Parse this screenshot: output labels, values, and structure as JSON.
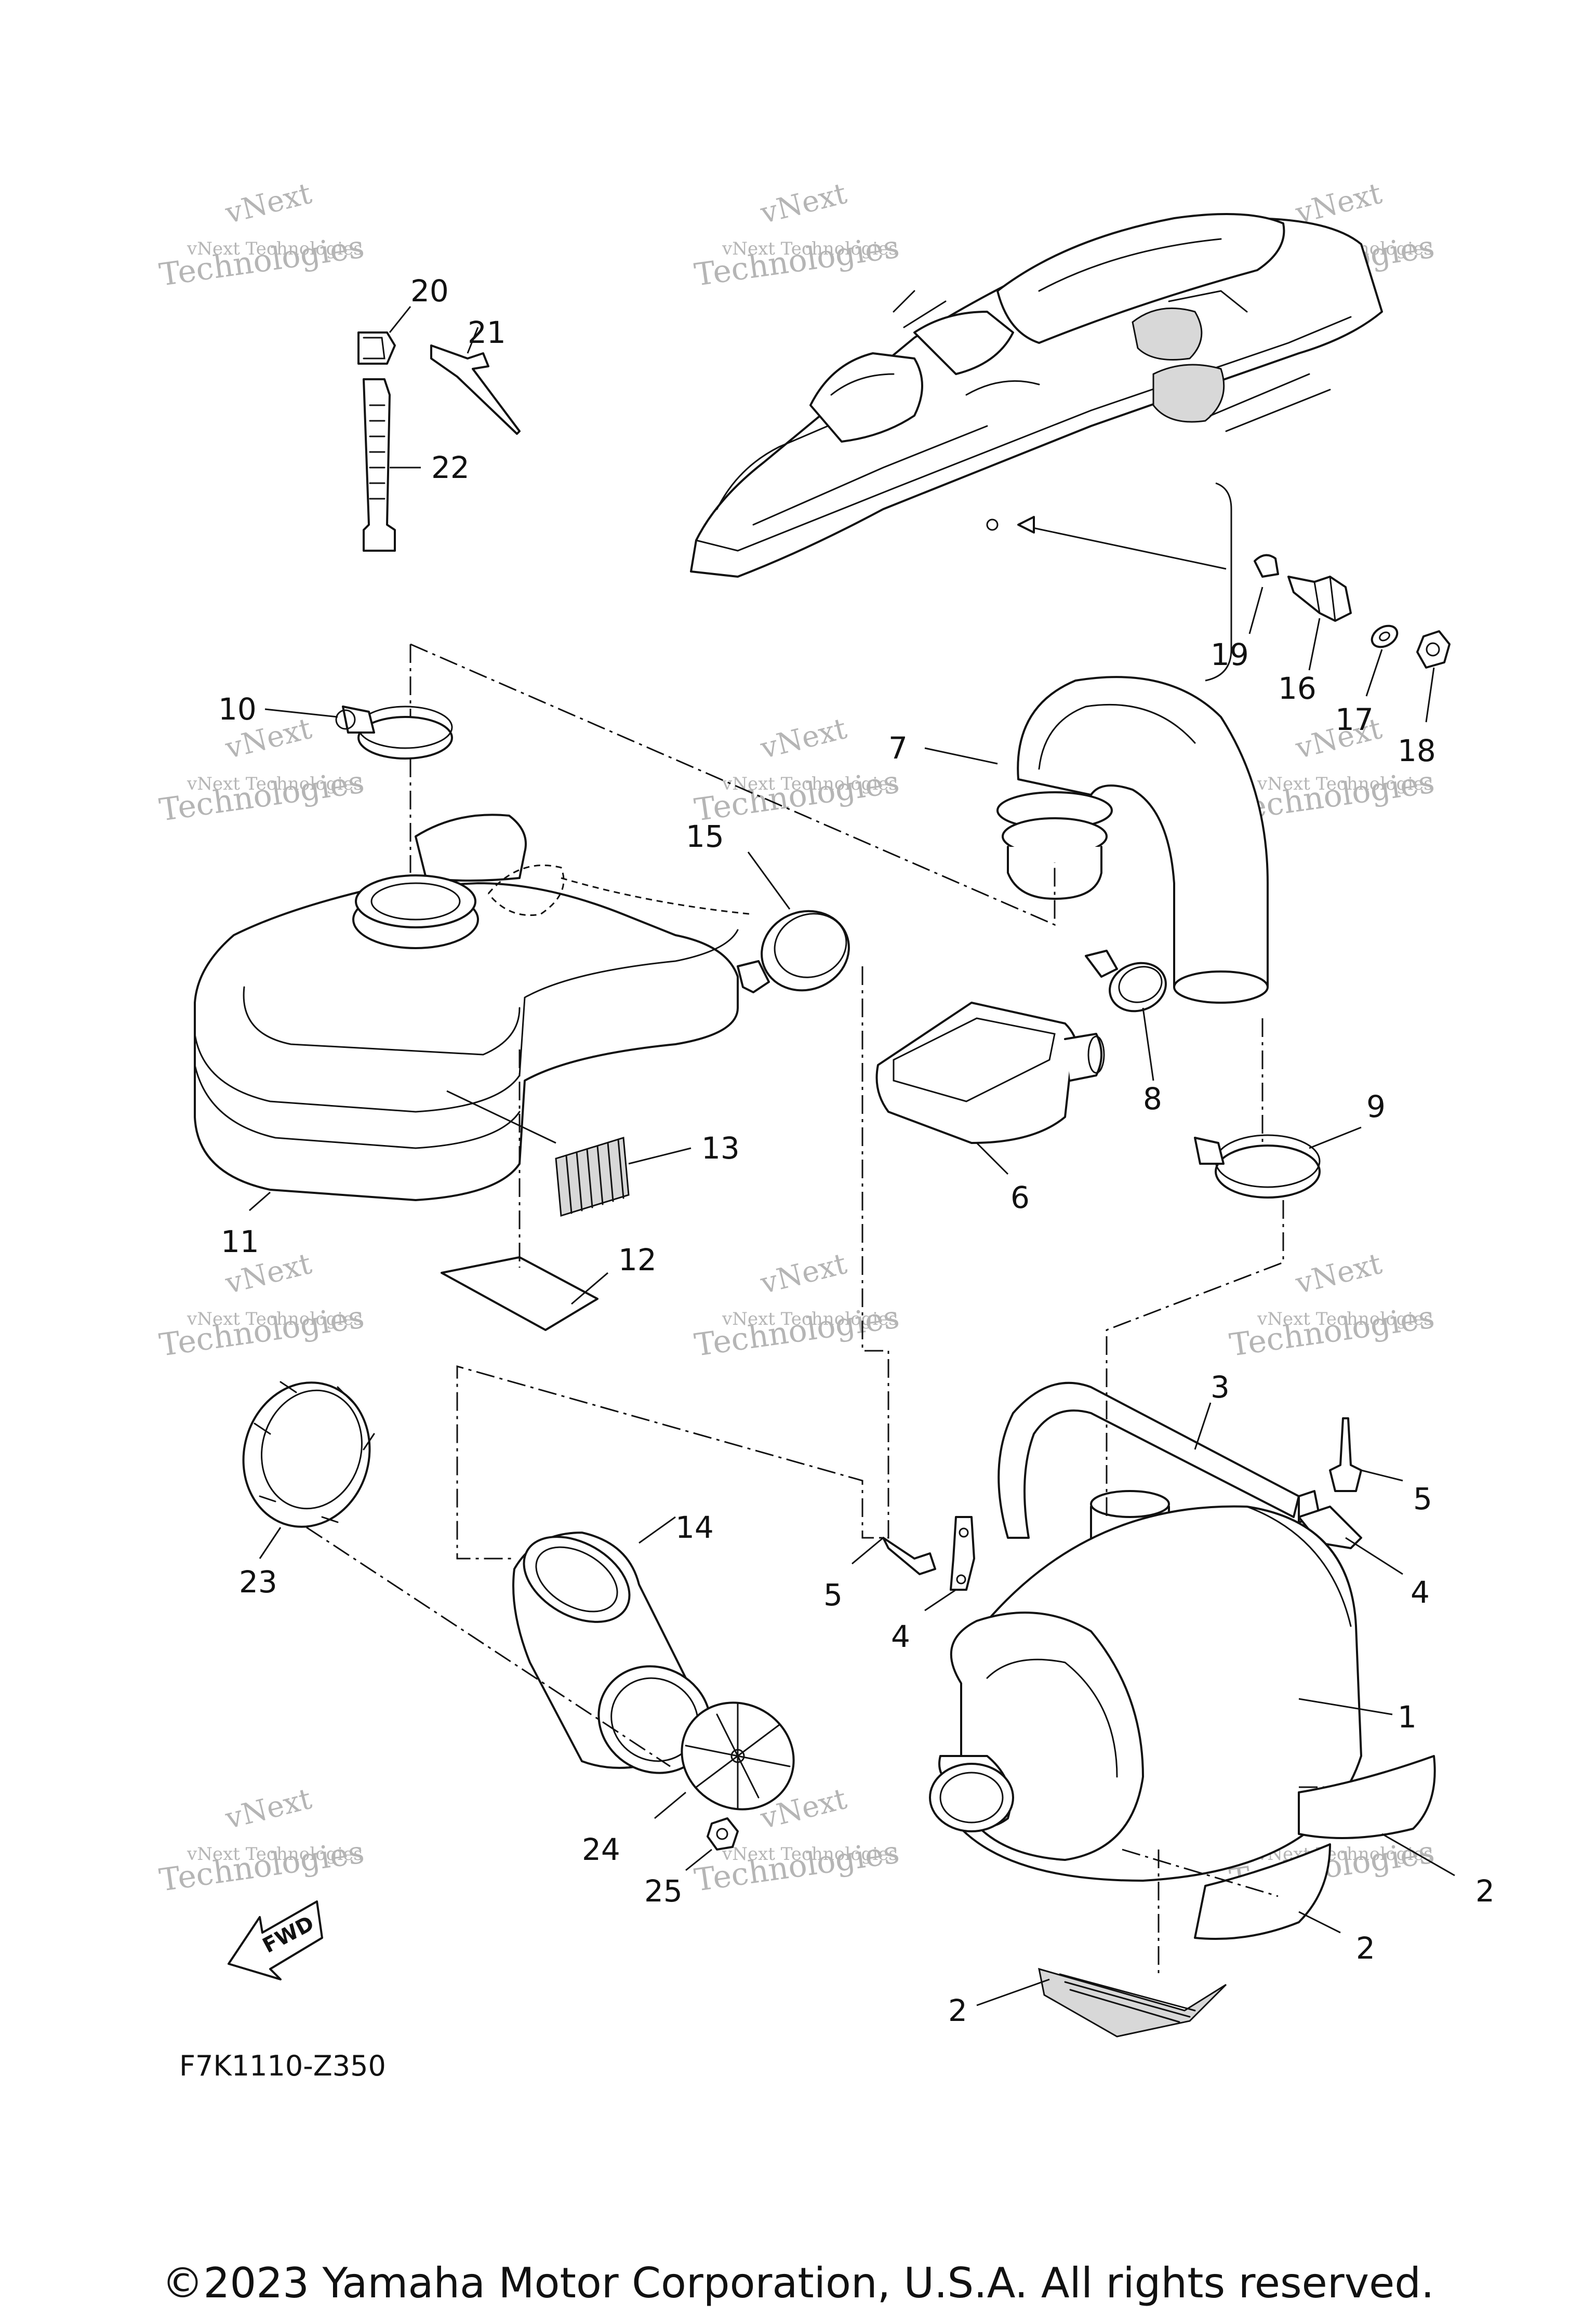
{
  "diagram_code": "F7K1110-Z350",
  "fwd_label": "FWD",
  "watermark": {
    "line1": "vNext",
    "line2": "vNext Technologies",
    "line3": "Technologies"
  },
  "copyright": "©2023 Yamaha Motor Corporation, U.S.A. All rights reserved.",
  "callouts": {
    "p1": "1",
    "p2a": "2",
    "p2b": "2",
    "p2c": "2",
    "p3": "3",
    "p4a": "4",
    "p4b": "4",
    "p5a": "5",
    "p5b": "5",
    "p6": "6",
    "p7": "7",
    "p8": "8",
    "p9": "9",
    "p10": "10",
    "p11": "11",
    "p12": "12",
    "p13": "13",
    "p14": "14",
    "p15": "15",
    "p16": "16",
    "p17": "17",
    "p18": "18",
    "p19": "19",
    "p20": "20",
    "p21": "21",
    "p22": "22",
    "p23": "23",
    "p24": "24",
    "p25": "25"
  }
}
